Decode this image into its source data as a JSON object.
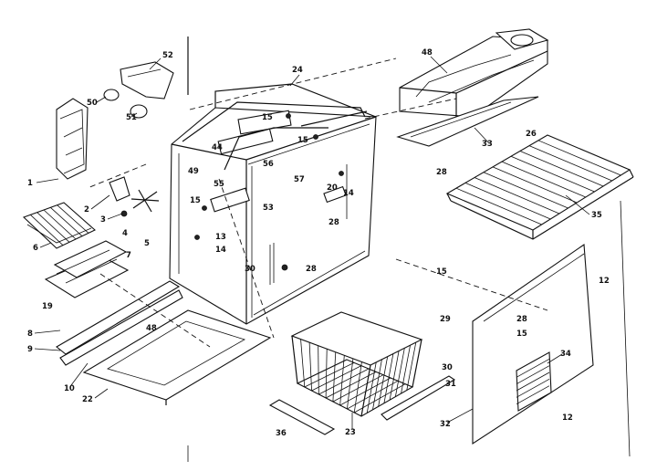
{
  "callouts": [
    {
      "key": "52",
      "text": "52"
    },
    {
      "key": "50",
      "text": "50"
    },
    {
      "key": "51",
      "text": "51"
    },
    {
      "key": "1",
      "text": "1"
    },
    {
      "key": "2",
      "text": "2"
    },
    {
      "key": "3",
      "text": "3"
    },
    {
      "key": "4",
      "text": "4"
    },
    {
      "key": "5",
      "text": "5"
    },
    {
      "key": "6",
      "text": "6"
    },
    {
      "key": "7",
      "text": "7"
    },
    {
      "key": "8",
      "text": "8"
    },
    {
      "key": "9",
      "text": "9"
    },
    {
      "key": "10",
      "text": "10"
    },
    {
      "key": "19",
      "text": "19"
    },
    {
      "key": "22",
      "text": "22"
    },
    {
      "key": "24",
      "text": "24"
    },
    {
      "key": "15a",
      "text": "15"
    },
    {
      "key": "44",
      "text": "44"
    },
    {
      "key": "15b",
      "text": "15"
    },
    {
      "key": "49",
      "text": "49"
    },
    {
      "key": "56",
      "text": "56"
    },
    {
      "key": "57",
      "text": "57"
    },
    {
      "key": "55",
      "text": "55"
    },
    {
      "key": "15c",
      "text": "15"
    },
    {
      "key": "53",
      "text": "53"
    },
    {
      "key": "13",
      "text": "13"
    },
    {
      "key": "14",
      "text": "14"
    },
    {
      "key": "30a",
      "text": "30"
    },
    {
      "key": "28a",
      "text": "28"
    },
    {
      "key": "20",
      "text": "20"
    },
    {
      "key": "14b",
      "text": "14"
    },
    {
      "key": "28b",
      "text": "28"
    },
    {
      "key": "48",
      "text": "48"
    },
    {
      "key": "33",
      "text": "33"
    },
    {
      "key": "26",
      "text": "26"
    },
    {
      "key": "28c",
      "text": "28"
    },
    {
      "key": "35",
      "text": "35"
    },
    {
      "key": "12a",
      "text": "12"
    },
    {
      "key": "15d",
      "text": "15"
    },
    {
      "key": "29",
      "text": "29"
    },
    {
      "key": "28d",
      "text": "28"
    },
    {
      "key": "15e",
      "text": "15"
    },
    {
      "key": "34",
      "text": "34"
    },
    {
      "key": "30b",
      "text": "30"
    },
    {
      "key": "31",
      "text": "31"
    },
    {
      "key": "32",
      "text": "32"
    },
    {
      "key": "12b",
      "text": "12"
    },
    {
      "key": "36",
      "text": "36"
    },
    {
      "key": "23",
      "text": "23"
    },
    {
      "key": "48b",
      "text": "48"
    }
  ]
}
